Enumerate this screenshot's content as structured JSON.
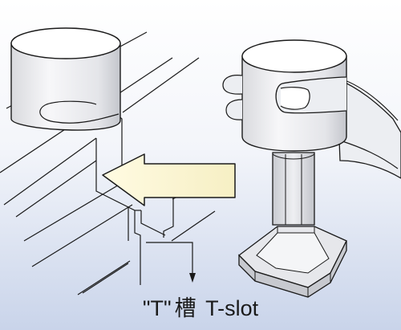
{
  "caption": {
    "symbol": "\"T\"",
    "chinese": "槽",
    "english": "T-slot"
  },
  "colors": {
    "background_top": "#ffffff",
    "background_bottom": "#c9d4ea",
    "part_fill": "#f2f2f4",
    "part_shade": "#c7c9cf",
    "arrow_fill": "#fbf6d4",
    "outline": "#1a1a1a"
  },
  "icons": {
    "direction_arrow": "arrow-left-icon",
    "slot_arrow": "arrow-down-icon"
  }
}
